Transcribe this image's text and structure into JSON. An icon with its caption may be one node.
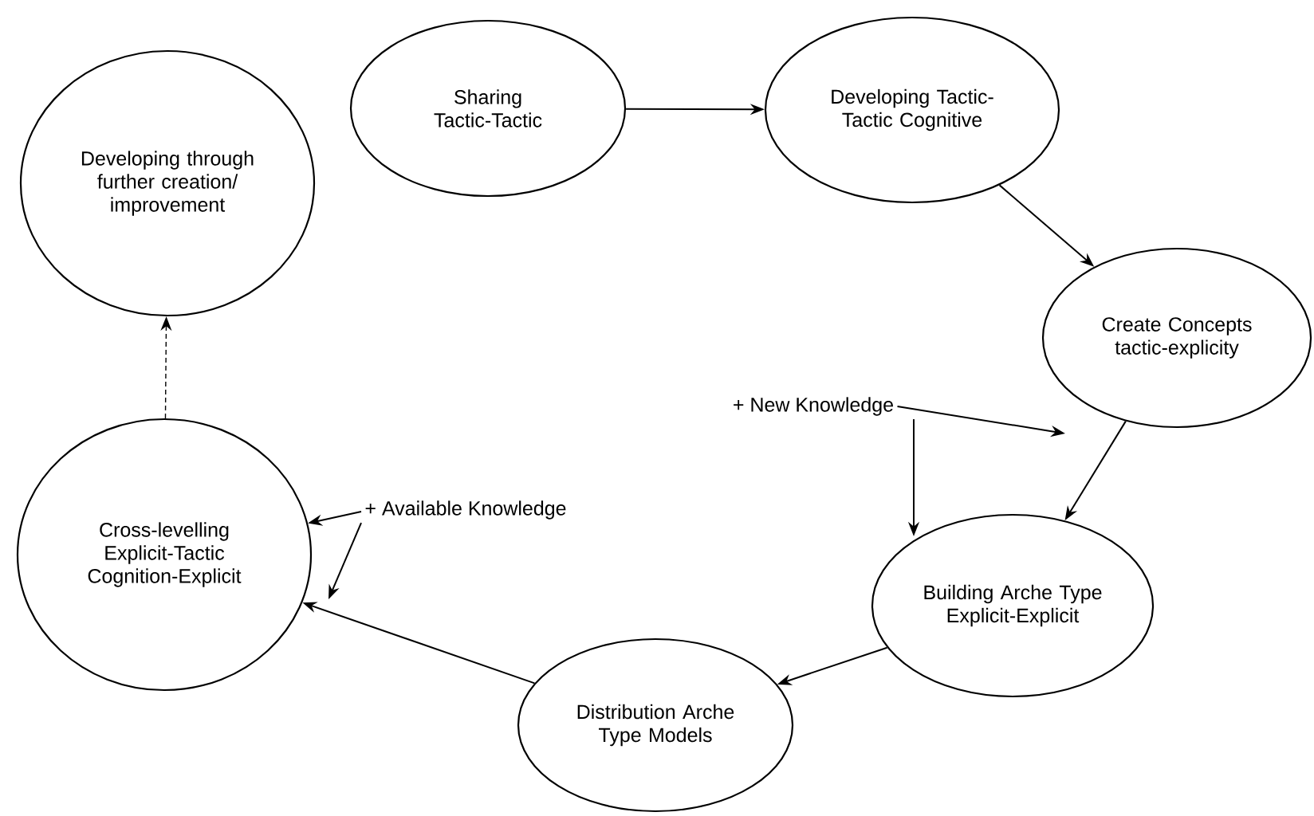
{
  "diagram": {
    "nodes": [
      {
        "text": [
          "Developing through further creation/ improvement"
        ]
      },
      {
        "text": [
          "Sharing Tactic-Tactic"
        ]
      },
      {
        "text": [
          "Developing Tactic-Tactic Cognitive"
        ]
      },
      {
        "text": [
          "Create Concepts tactic-explicity"
        ]
      },
      {
        "text": [
          "Building Arche Type Explicit-Explicit"
        ]
      },
      {
        "text": [
          "Distribution Arche Type Models"
        ]
      },
      {
        "text": [
          "Cross-levelling Explicit-Tactic Cognition-Explicit"
        ]
      },
      {
        "text": [
          "+ New Knowledge"
        ]
      },
      {
        "text": [
          "+ Available Knowledge"
        ]
      }
    ],
    "edges": [
      {
        "from": 1,
        "to": 2,
        "arrow": "to"
      },
      {
        "from": 2,
        "to": 3,
        "arrow": "to"
      },
      {
        "from": 3,
        "to": 4,
        "arrow": "to"
      },
      {
        "from": 4,
        "to": 5,
        "arrow": "to"
      },
      {
        "from": 5,
        "to": 6,
        "arrow": "to"
      },
      {
        "from": 6,
        "to": 0,
        "arrow": "to",
        "style": "dashed"
      },
      {
        "from": 7,
        "to": 4,
        "arrow": "to"
      },
      {
        "from": 7,
        "to": null,
        "arrow": "to"
      },
      {
        "from": 8,
        "to": 6,
        "arrow": "to"
      },
      {
        "from": 8,
        "to": null,
        "arrow": "to"
      }
    ]
  }
}
